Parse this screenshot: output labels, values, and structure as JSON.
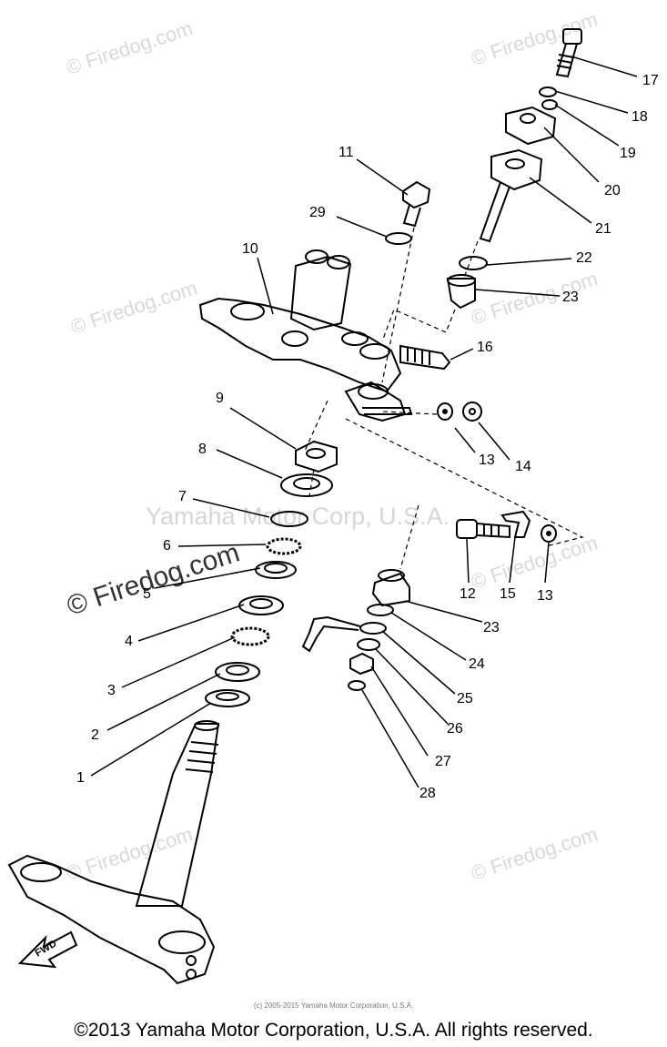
{
  "watermark": {
    "text": "© Firedog.com",
    "corp_text": "Yamaha Motor Corp, U.S.A."
  },
  "parts": [
    {
      "id": "1",
      "label": "1"
    },
    {
      "id": "2",
      "label": "2"
    },
    {
      "id": "3",
      "label": "3"
    },
    {
      "id": "4",
      "label": "4"
    },
    {
      "id": "5",
      "label": "5"
    },
    {
      "id": "6",
      "label": "6"
    },
    {
      "id": "7",
      "label": "7"
    },
    {
      "id": "8",
      "label": "8"
    },
    {
      "id": "9",
      "label": "9"
    },
    {
      "id": "10",
      "label": "10"
    },
    {
      "id": "11",
      "label": "11"
    },
    {
      "id": "12",
      "label": "12"
    },
    {
      "id": "13a",
      "label": "13"
    },
    {
      "id": "13b",
      "label": "13"
    },
    {
      "id": "14",
      "label": "14"
    },
    {
      "id": "15",
      "label": "15"
    },
    {
      "id": "16",
      "label": "16"
    },
    {
      "id": "17",
      "label": "17"
    },
    {
      "id": "18",
      "label": "18"
    },
    {
      "id": "19",
      "label": "19"
    },
    {
      "id": "20",
      "label": "20"
    },
    {
      "id": "21",
      "label": "21"
    },
    {
      "id": "22",
      "label": "22"
    },
    {
      "id": "23a",
      "label": "23"
    },
    {
      "id": "23b",
      "label": "23"
    },
    {
      "id": "24",
      "label": "24"
    },
    {
      "id": "25",
      "label": "25"
    },
    {
      "id": "26",
      "label": "26"
    },
    {
      "id": "27",
      "label": "27"
    },
    {
      "id": "28",
      "label": "28"
    },
    {
      "id": "29",
      "label": "29"
    }
  ],
  "fwd_label": "FWD",
  "small_copyright": "(c) 2005-2015 Yamaha Motor Corporation, U.S.A.",
  "footer_copyright": "©2013 Yamaha Motor Corporation, U.S.A. All rights reserved."
}
